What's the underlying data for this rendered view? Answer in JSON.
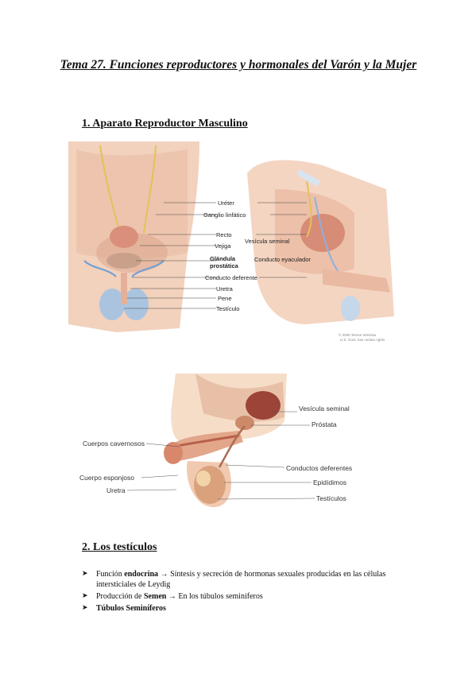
{
  "title": "Tema 27. Funciones reproductores y hormonales del Varón y la Mujer",
  "section1": {
    "heading": "1. Aparato Reproductor Masculino",
    "figure1_labels": [
      "Uréter",
      "Ganglio linfático",
      "Recto",
      "Vejiga",
      "Glándula",
      "prostática",
      "Conducto deferente",
      "Uretra",
      "Pene",
      "Testículo"
    ],
    "figure1_side_labels": [
      "Vesícula seminal",
      "Conducto eyaculador"
    ],
    "figure1_credit": [
      "© 2005 Terese Winslow",
      "U.S. Govt. has certain rights"
    ],
    "figure2_right_labels": [
      "Vesícula seminal",
      "Próstata",
      "Conductos deferentes",
      "Epidídimos",
      "Testículos"
    ],
    "figure2_left_labels": [
      "Cuerpos cavernosos",
      "Cuerpo esponjoso",
      "Uretra"
    ]
  },
  "section2": {
    "heading": "2. Los testículos",
    "bullets": [
      {
        "prefix": "Función ",
        "bold": "endocrina",
        "rest": " → Síntesis y secreción de hormonas sexuales producidas en las células intersticiales de Leydig"
      },
      {
        "prefix": "Producción de ",
        "bold": "Semen",
        "rest": " → En los túbulos seminíferos"
      },
      {
        "prefix": "",
        "bold": "Túbulos Seminíferos",
        "rest": ""
      }
    ],
    "bullet_icon": "arrow-bullet-icon"
  }
}
